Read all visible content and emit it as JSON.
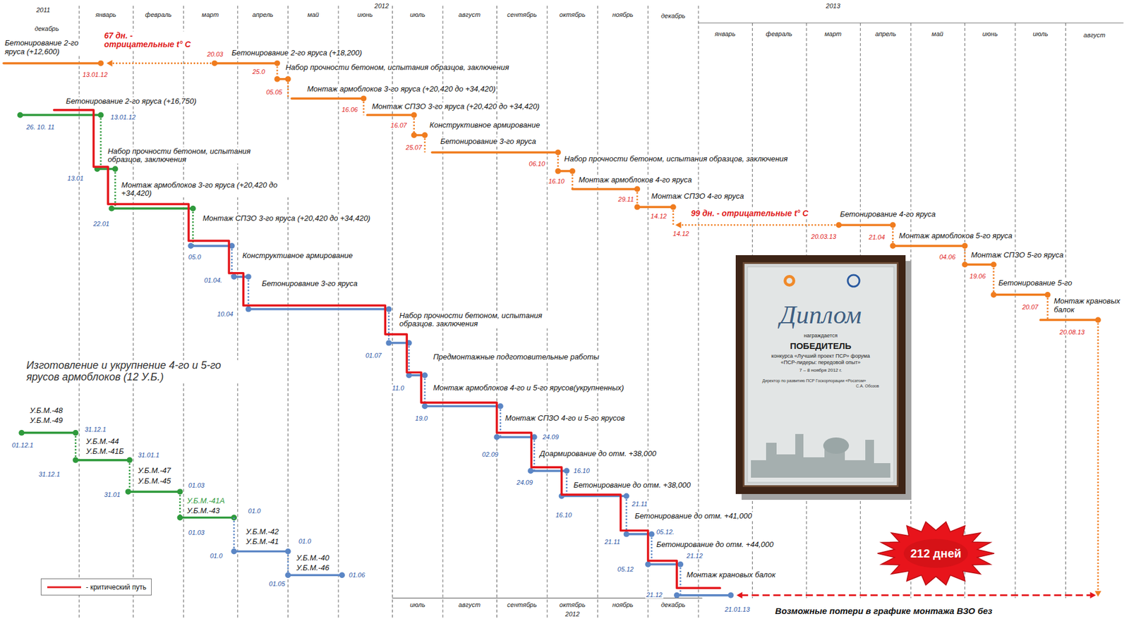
{
  "diagram": {
    "nodes": [
      {
        "text": [
          "Диплом",
          "награждается",
          "ПОБЕДИТЕЛЬ",
          "конкурса «Лучший проект ПСР» форума «ПСР-лидеры: передовой опыт»",
          "7 – 8 ноября 2012 г.",
          "Директор по развитию ПСР Госкорпорации «Росатом»",
          "С.А. Обозов"
        ]
      },
      {
        "text": [
          "212 дней"
        ]
      }
    ],
    "labels": [
      "2011",
      "декабрь",
      "2012",
      "январь",
      "февраль",
      "март",
      "апрель",
      "май",
      "июнь",
      "июль",
      "август",
      "сентябрь",
      "октябрь",
      "ноябрь",
      "декабрь",
      "2013",
      "январь",
      "февраль",
      "март",
      "апрель",
      "май",
      "июнь",
      "июль",
      "август",
      "июль",
      "август",
      "сентябрь",
      "октябрь",
      "ноябрь",
      "декабрь",
      "2012",
      "Бетонирование 2-го яруса (+12,600)",
      "67 дн. - отрицательные t° C",
      "13.01.12",
      "20.03",
      "Бетонирование 2-го яруса (+18,200)",
      "25.0",
      "Набор прочности бетоном, испытания образцов, заключения",
      "05.05",
      "Монтаж армоблоков 3-го яруса (+20,420 до +34,420)",
      "16.06",
      "Монтаж СПЗО 3-го яруса (+20,420 до +34,420)",
      "16.07",
      "Конструктивное армирование",
      "25.07",
      "Бетонирование 3-го яруса",
      "06.10",
      "Набор прочности бетоном, испытания образцов, заключения",
      "16.10",
      "Монтаж армоблоков 4-го яруса",
      "29.11",
      "Монтаж СПЗО 4-го яруса",
      "14.12",
      "99 дн. - отрицательные t° C",
      "14.12",
      "20.03.13",
      "Бетонирование 4-го яруса",
      "21.04",
      "Монтаж армоблоков 5-го яруса",
      "04.06",
      "Монтаж СПЗО 5-го яруса",
      "19.06",
      "Бетонирование 5-го",
      "20.07",
      "Монтаж крановых балок",
      "20.08.13",
      "Бетонирование 2-го яруса (+16,750)",
      "26. 10. 11",
      "13.01.12",
      "Набор прочности бетоном, испытания образцов, заключения",
      "13.01",
      "Монтаж армоблоков 3-го яруса (+20,420 до +34,420)",
      "22.01",
      "Монтаж СПЗО 3-го яруса (+20,420 до +34,420)",
      "05.0",
      "Конструктивное армирование",
      "01.04.",
      "Бетонирование 3-го яруса",
      "10.04",
      "Набор прочности бетоном, испытания образцов. заключения",
      "01.07",
      "Предмонтажные подготовительные работы",
      "11.0",
      "Монтаж армоблоков 4-го и 5-го ярусов(укрупненных)",
      "19.0",
      "Монтаж СПЗО 4-го и 5-го ярусов",
      "02.09",
      "24.09",
      "Доармирование до отм. +38,000",
      "24.09",
      "16.10",
      "Бетонирование до отм. +38,000",
      "16.10",
      "21.11",
      "Бетонирование до отм. +41,000",
      "21.11",
      "05.12.",
      "Бетонирование до отм. +44,000",
      "05.12",
      "21.12",
      "Монтаж крановых балок",
      "21.12",
      "21.01.13",
      "Возможные потери в графике монтажа ВЗО без",
      "Изготовление и укрупнение 4-го и 5-го ярусов армоблоков (12 У.Б.)",
      "У.Б.М.-48",
      "У.Б.М.-49",
      "01.12.1",
      "31.12.1",
      "У.Б.М.-44",
      "У.Б.М.-41Б",
      "31.12.1",
      "31.01.1",
      "У.Б.М.-47",
      "У.Б.М.-45",
      "31.01",
      "01.03",
      "У.Б.М.-41А",
      "У.Б.М.-43",
      "01.03",
      "01.0",
      "У.Б.М.-42",
      "У.Б.М.-41",
      "01.0",
      "01.0",
      "У.Б.М.-40",
      "У.Б.М.-46",
      "01.05",
      "01.06"
    ],
    "legend": [
      {
        "text": "- критический путь"
      }
    ]
  }
}
